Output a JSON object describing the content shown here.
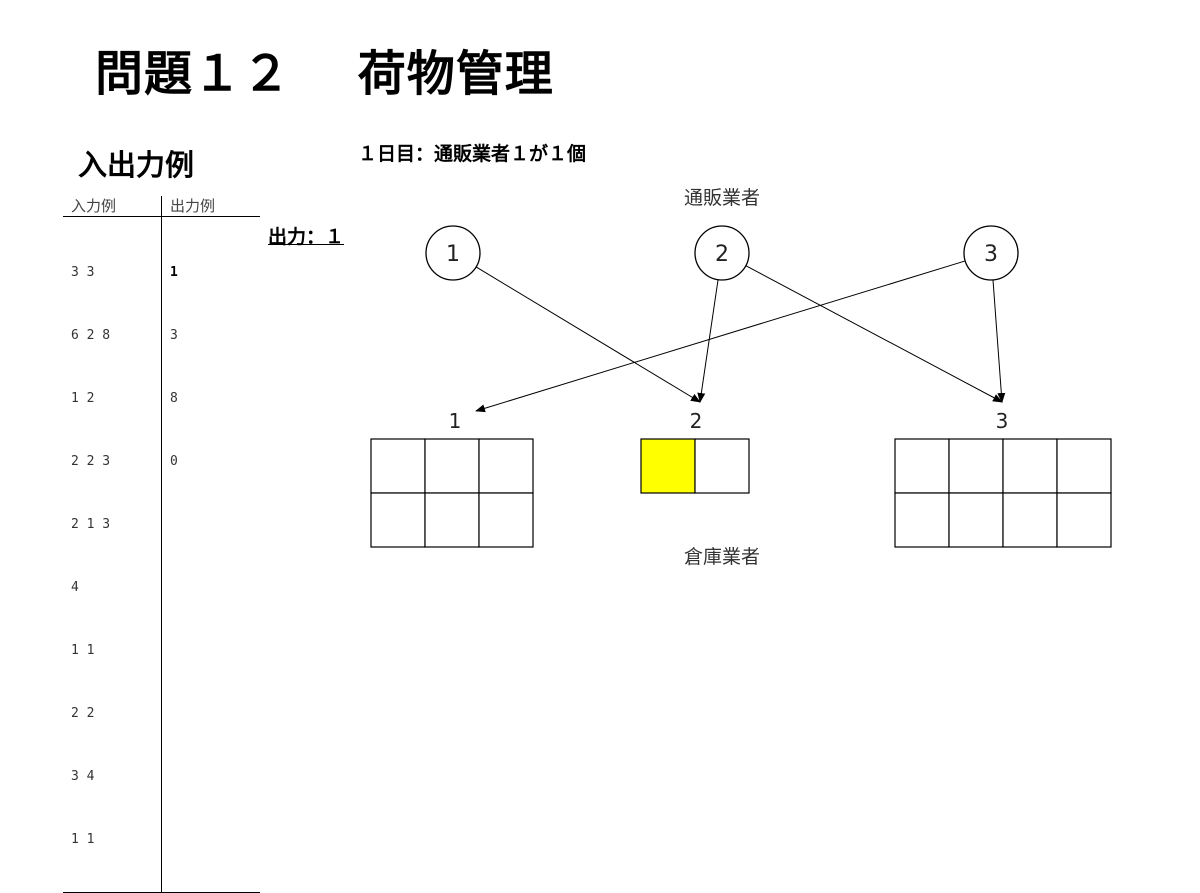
{
  "title": "問題１２　 荷物管理",
  "subtitle": "入出力例",
  "day_caption": "１日目：通販業者１が１個",
  "io_table": {
    "headers": [
      "入力例",
      "出力例"
    ],
    "input_lines": [
      "3 3",
      "6 2 8",
      "1 2",
      "2 2 3",
      "2 1 3",
      "4",
      "1 1",
      "2 2",
      "3 4",
      "1 1"
    ],
    "output_lines": [
      "1",
      "3",
      "8",
      "0"
    ]
  },
  "output_label": "出力：１",
  "diagram": {
    "top_group_label": "通販業者",
    "bottom_group_label": "倉庫業者",
    "vendors": [
      {
        "label": "1"
      },
      {
        "label": "2"
      },
      {
        "label": "3"
      }
    ],
    "warehouses": [
      {
        "label": "1",
        "columns": 3,
        "rows": 2,
        "filled_cells": []
      },
      {
        "label": "2",
        "columns": 2,
        "rows": 1,
        "filled_cells": [
          0
        ]
      },
      {
        "label": "3",
        "columns": 4,
        "rows": 2,
        "filled_cells": []
      }
    ],
    "connections": [
      {
        "from_vendor": "1",
        "to_warehouse": "2"
      },
      {
        "from_vendor": "2",
        "to_warehouse": "2"
      },
      {
        "from_vendor": "2",
        "to_warehouse": "3"
      },
      {
        "from_vendor": "3",
        "to_warehouse": "1"
      },
      {
        "from_vendor": "3",
        "to_warehouse": "3"
      }
    ],
    "fill_color": "#ffff00",
    "line_color": "#000000"
  }
}
